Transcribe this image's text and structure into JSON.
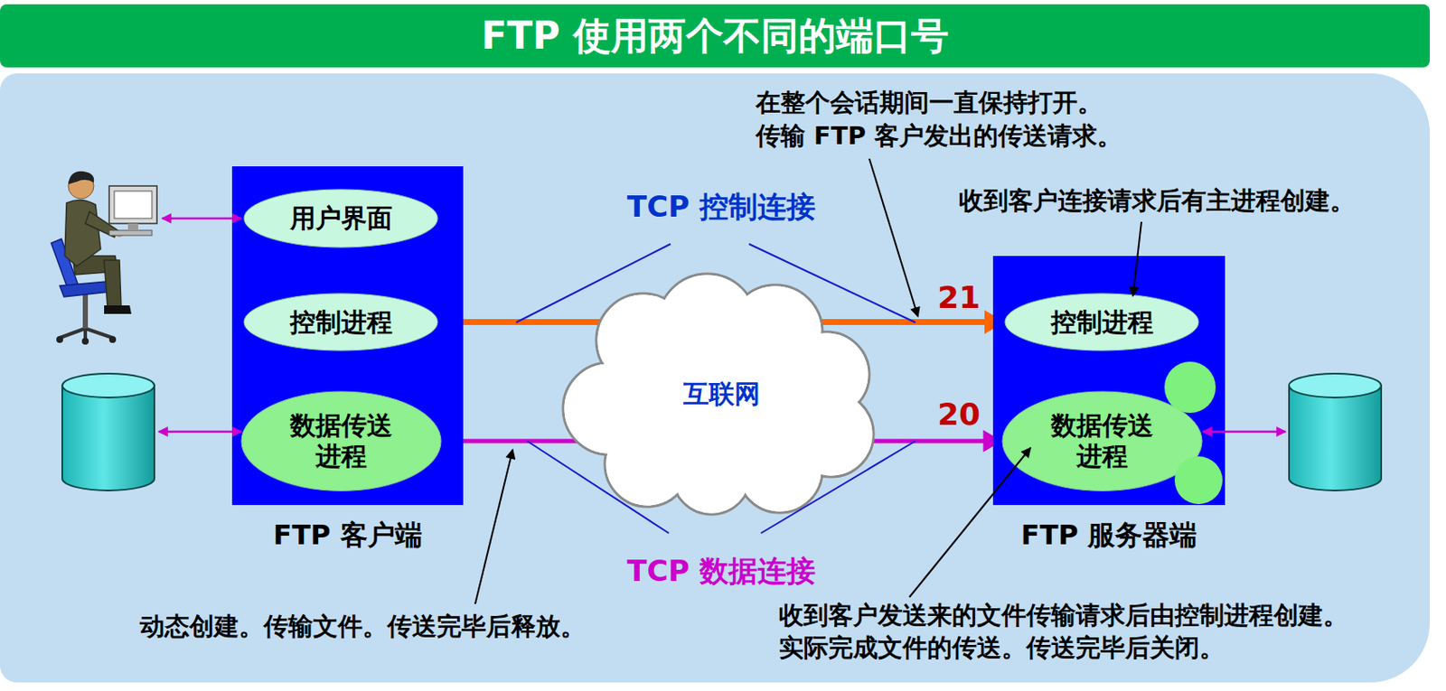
{
  "diagram": {
    "title": "FTP 使用两个不同的端口号",
    "nodes": [
      {
        "text": [
          "FTP 客户端"
        ]
      },
      {
        "text": [
          "用户界面"
        ],
        "in": 0
      },
      {
        "text": [
          "控制进程"
        ],
        "in": 0
      },
      {
        "text": [
          "数据传送 进程"
        ],
        "in": 0
      },
      {
        "text": [
          "互联网"
        ]
      },
      {
        "text": [
          "FTP 服务器端"
        ]
      },
      {
        "text": [
          "控制进程"
        ],
        "in": 5
      },
      {
        "text": [
          "数据传送 进程"
        ],
        "in": 5
      }
    ],
    "edges": [
      {
        "from": 2,
        "to": 6,
        "arrow": "both",
        "label": "TCP 控制连接"
      },
      {
        "from": 3,
        "to": 7,
        "arrow": "both",
        "label": "TCP 数据连接"
      },
      {
        "from": 2,
        "to": 3,
        "arrow": "none"
      },
      {
        "from": 6,
        "to": 7,
        "arrow": "none"
      }
    ],
    "labels": [
      "21",
      "20",
      "在整个会话期间一直保持打开。",
      "传输 FTP 客户发出的传送请求。",
      "收到客户连接请求后有主进程创建。",
      "动态创建。传输文件。传送完毕后释放。",
      "收到客户发送来的文件传输请求后由控制进程创建。",
      "实际完成文件的传送。传送完毕后关闭。"
    ]
  }
}
